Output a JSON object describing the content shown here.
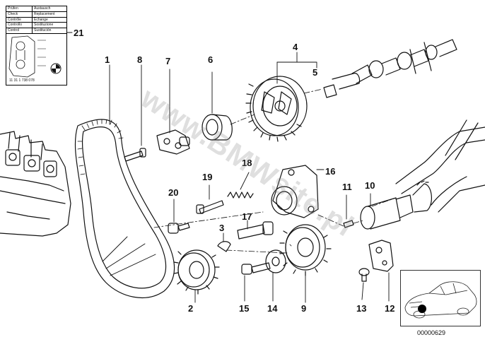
{
  "card": {
    "rows": [
      {
        "de": "Prüfen",
        "en": "Austausch"
      },
      {
        "de": "Check",
        "en": "Replacement"
      },
      {
        "de": "Contrôle",
        "en": "Echange"
      },
      {
        "de": "Controllo",
        "en": "Sostituzione"
      },
      {
        "de": "Control",
        "en": "Sustitución"
      }
    ],
    "number": "11 31 1 738 078"
  },
  "callouts": [
    "1",
    "2",
    "3",
    "4",
    "5",
    "6",
    "7",
    "8",
    "9",
    "10",
    "11",
    "12",
    "13",
    "14",
    "15",
    "16",
    "17",
    "18",
    "19",
    "20",
    "21"
  ],
  "watermark": "www.BMWsite.pl",
  "part_code": "00000629"
}
